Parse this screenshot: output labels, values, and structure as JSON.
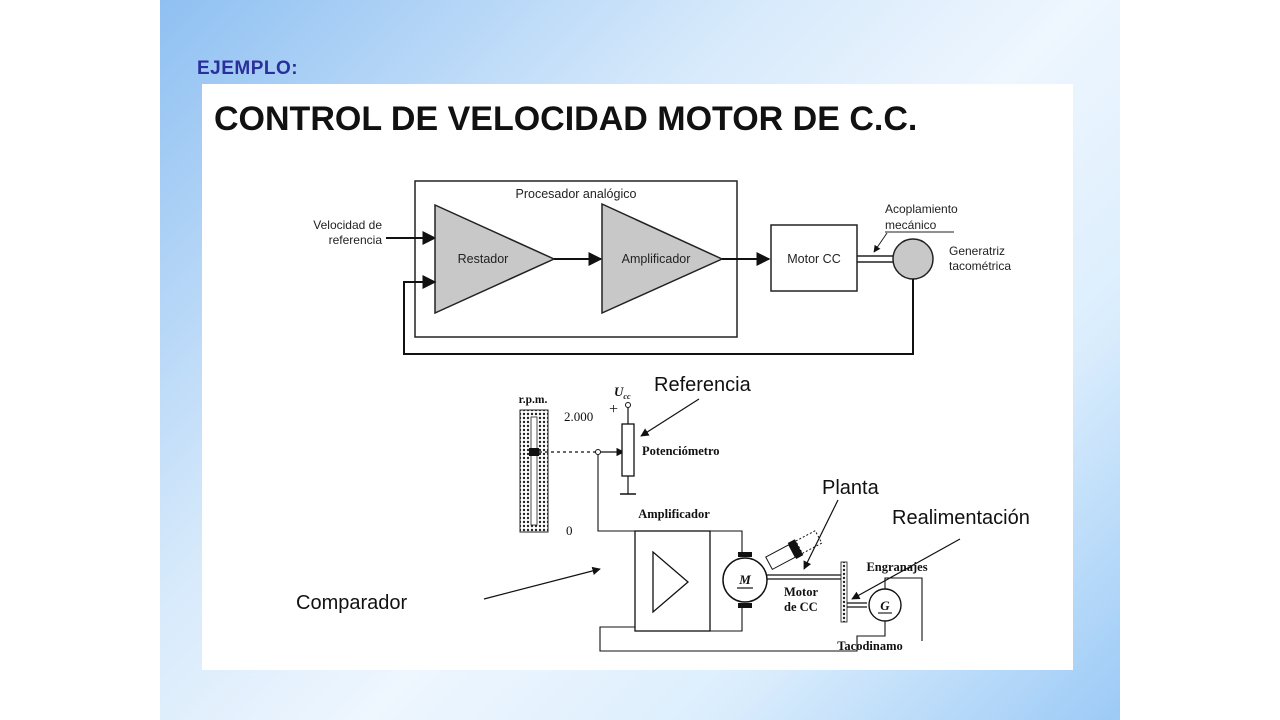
{
  "slide": {
    "label": "EJEMPLO:",
    "title": "CONTROL DE VELOCIDAD MOTOR DE C.C."
  },
  "block_diagram": {
    "processor_label": "Procesador analógico",
    "input_label_line1": "Velocidad de",
    "input_label_line2": "referencia",
    "restador": "Restador",
    "amplificador": "Amplificador",
    "motor": "Motor CC",
    "coupling_line1": "Acoplamiento",
    "coupling_line2": "mecánico",
    "tach_line1": "Generatriz",
    "tach_line2": "tacométrica"
  },
  "circuit": {
    "scale_label": "r.p.m.",
    "scale_top": "2.000",
    "scale_bottom": "0",
    "supply_label": "U",
    "supply_sub": "cc",
    "supply_plus": "+",
    "pot_label": "Potenciómetro",
    "amp_label": "Amplificador",
    "motor_symbol": "M",
    "motor_line1": "Motor",
    "motor_line2": "de CC",
    "gears_label": "Engranajes",
    "tacho_symbol": "G",
    "tacho_label": "Tacodinamo"
  },
  "callouts": {
    "referencia": "Referencia",
    "planta": "Planta",
    "realimentacion": "Realimentación",
    "comparador": "Comparador"
  },
  "colors": {
    "triangle_fill": "#c8c8c8",
    "title_blue": "#2b2f9a"
  }
}
